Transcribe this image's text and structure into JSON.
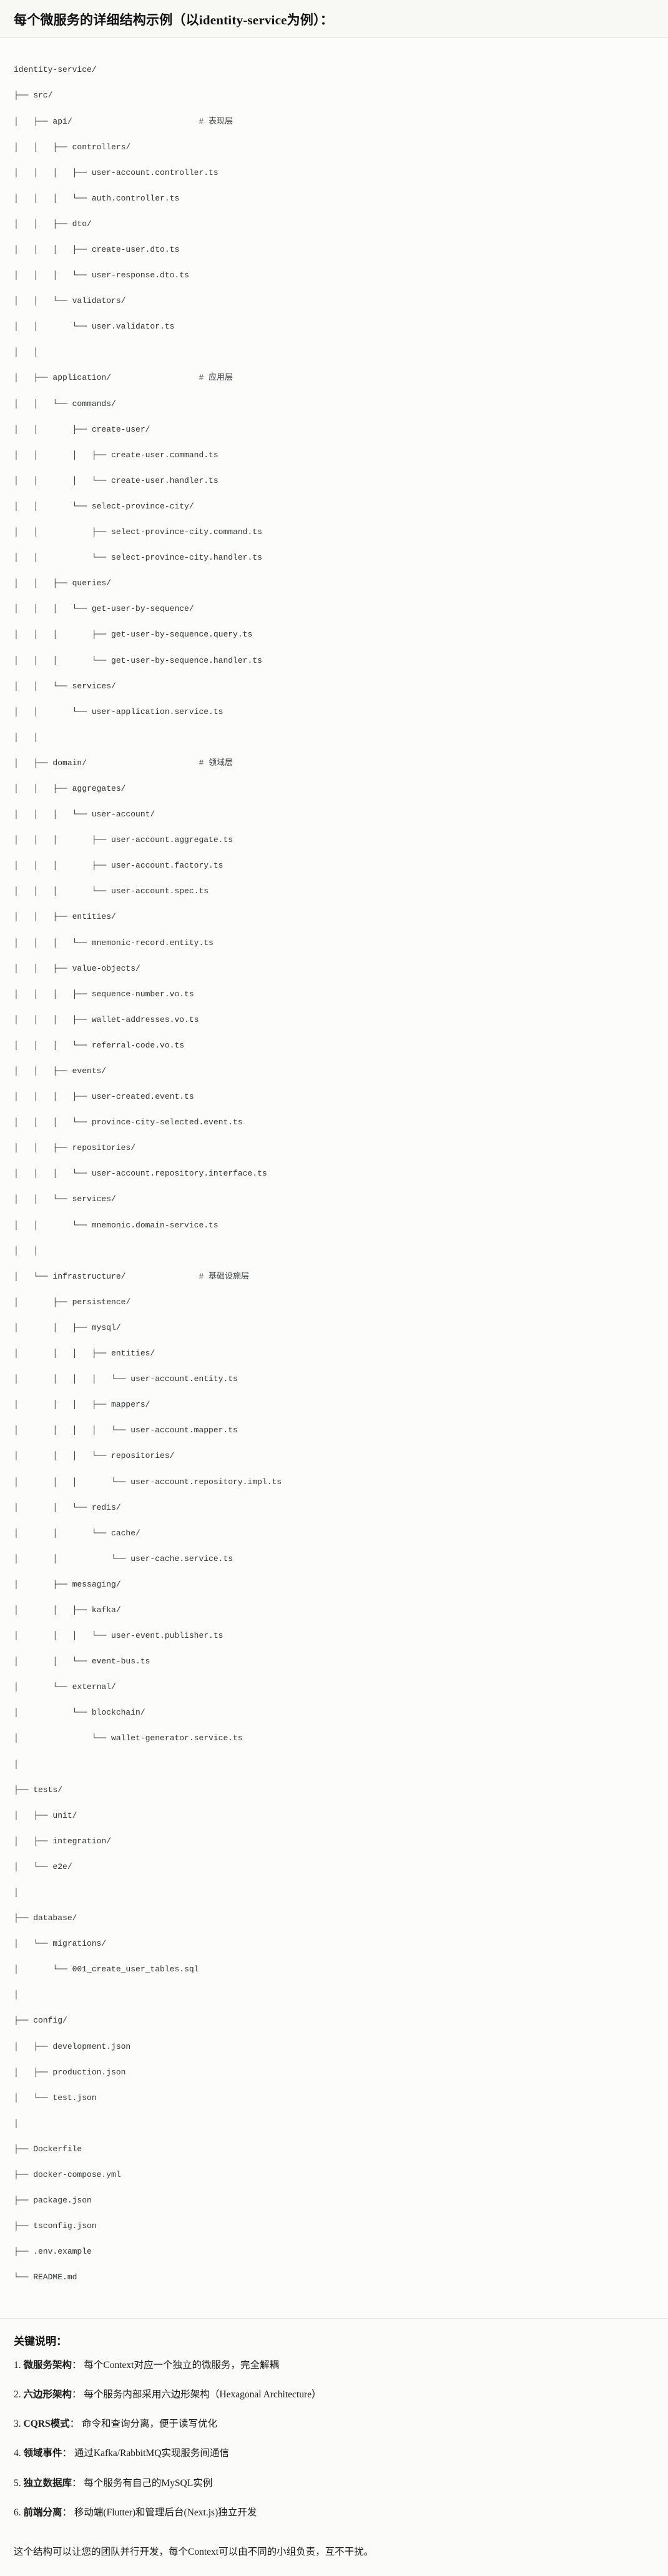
{
  "header": {
    "title": "每个微服务的详细结构示例（以identity-service为例）："
  },
  "tree": {
    "lines": [
      "identity-service/",
      "├── src/",
      "│   ├── api/                          # 表现层",
      "│   │   ├── controllers/",
      "│   │   │   ├── user-account.controller.ts",
      "│   │   │   └── auth.controller.ts",
      "│   │   ├── dto/",
      "│   │   │   ├── create-user.dto.ts",
      "│   │   │   └── user-response.dto.ts",
      "│   │   └── validators/",
      "│   │       └── user.validator.ts",
      "│   │",
      "│   ├── application/                  # 应用层",
      "│   │   └── commands/",
      "│   │       ├── create-user/",
      "│   │       │   ├── create-user.command.ts",
      "│   │       │   └── create-user.handler.ts",
      "│   │       └── select-province-city/",
      "│   │           ├── select-province-city.command.ts",
      "│   │           └── select-province-city.handler.ts",
      "│   │   ├── queries/",
      "│   │   │   └── get-user-by-sequence/",
      "│   │   │       ├── get-user-by-sequence.query.ts",
      "│   │   │       └── get-user-by-sequence.handler.ts",
      "│   │   └── services/",
      "│   │       └── user-application.service.ts",
      "│   │",
      "│   ├── domain/                       # 领域层",
      "│   │   ├── aggregates/",
      "│   │   │   └── user-account/",
      "│   │   │       ├── user-account.aggregate.ts",
      "│   │   │       ├── user-account.factory.ts",
      "│   │   │       └── user-account.spec.ts",
      "│   │   ├── entities/",
      "│   │   │   └── mnemonic-record.entity.ts",
      "│   │   ├── value-objects/",
      "│   │   │   ├── sequence-number.vo.ts",
      "│   │   │   ├── wallet-addresses.vo.ts",
      "│   │   │   └── referral-code.vo.ts",
      "│   │   ├── events/",
      "│   │   │   ├── user-created.event.ts",
      "│   │   │   └── province-city-selected.event.ts",
      "│   │   ├── repositories/",
      "│   │   │   └── user-account.repository.interface.ts",
      "│   │   └── services/",
      "│   │       └── mnemonic.domain-service.ts",
      "│   │",
      "│   └── infrastructure/               # 基础设施层",
      "│       ├── persistence/",
      "│       │   ├── mysql/",
      "│       │   │   ├── entities/",
      "│       │   │   │   └── user-account.entity.ts",
      "│       │   │   ├── mappers/",
      "│       │   │   │   └── user-account.mapper.ts",
      "│       │   │   └── repositories/",
      "│       │   │       └── user-account.repository.impl.ts",
      "│       │   └── redis/",
      "│       │       └── cache/",
      "│       │           └── user-cache.service.ts",
      "│       ├── messaging/",
      "│       │   ├── kafka/",
      "│       │   │   └── user-event.publisher.ts",
      "│       │   └── event-bus.ts",
      "│       └── external/",
      "│           └── blockchain/",
      "│               └── wallet-generator.service.ts",
      "│",
      "├── tests/",
      "│   ├── unit/",
      "│   ├── integration/",
      "│   └── e2e/",
      "│",
      "├── database/",
      "│   └── migrations/",
      "│       └── 001_create_user_tables.sql",
      "│",
      "├── config/",
      "│   ├── development.json",
      "│   ├── production.json",
      "│   └── test.json",
      "│",
      "├── Dockerfile",
      "├── docker-compose.yml",
      "├── package.json",
      "├── tsconfig.json",
      "├── .env.example",
      "└── README.md"
    ]
  },
  "keys": {
    "title": "关键说明：",
    "items": [
      {
        "num": "1.",
        "key": "微服务架构",
        "sep": "：",
        "value": "每个Context对应一个独立的微服务，完全解耦"
      },
      {
        "num": "2.",
        "key": "六边形架构",
        "sep": "：",
        "value": "每个服务内部采用六边形架构（Hexagonal Architecture）"
      },
      {
        "num": "3.",
        "key": "CQRS模式",
        "sep": "：",
        "value": "命令和查询分离，便于读写优化"
      },
      {
        "num": "4.",
        "key": "领域事件",
        "sep": "：",
        "value": "通过Kafka/RabbitMQ实现服务间通信"
      },
      {
        "num": "5.",
        "key": "独立数据库",
        "sep": "：",
        "value": "每个服务有自己的MySQL实例"
      },
      {
        "num": "6.",
        "key": "前端分离",
        "sep": "：",
        "value": "移动端(Flutter)和管理后台(Next.js)独立开发"
      }
    ],
    "closing": "这个结构可以让您的团队并行开发，每个Context可以由不同的小组负责，互不干扰。"
  },
  "colors": {
    "page_bg": "#fbfbf9",
    "header_bg": "#f8f8f5",
    "text": "#1b1b1b",
    "code_text": "#2f3337",
    "divider": "#e2e2dd"
  }
}
